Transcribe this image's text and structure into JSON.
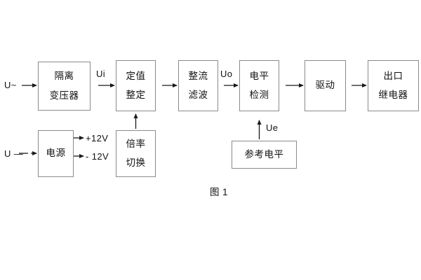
{
  "figure": {
    "caption": "图 1",
    "title_semantic": "voltage-relay-block-diagram"
  },
  "style": {
    "box_border_color": "#8a8a8a",
    "text_color": "#111111",
    "background_color": "#ffffff",
    "arrow_color": "#1a1a1a"
  },
  "blocks": {
    "isolation_transformer": {
      "line1": "隔离",
      "line2": "变压器"
    },
    "setting_value": {
      "line1": "定值",
      "line2": "整定"
    },
    "rectifier_filter": {
      "line1": "整流",
      "line2": "滤波"
    },
    "level_detection": {
      "line1": "电平",
      "line2": "检测"
    },
    "drive": {
      "line1": "驱动"
    },
    "output_relay": {
      "line1": "出口",
      "line2": "继电器"
    },
    "power_supply": {
      "line1": "电源"
    },
    "multiplier_switch": {
      "line1": "倍率",
      "line2": "切换"
    },
    "reference_level": {
      "line1": "参考电平"
    }
  },
  "signals": {
    "input_ac": "U~",
    "input_dc": "U —",
    "ui": "Ui",
    "uo": "Uo",
    "ue": "Ue",
    "supply_positive": "+12V",
    "supply_negative": "- 12V"
  }
}
